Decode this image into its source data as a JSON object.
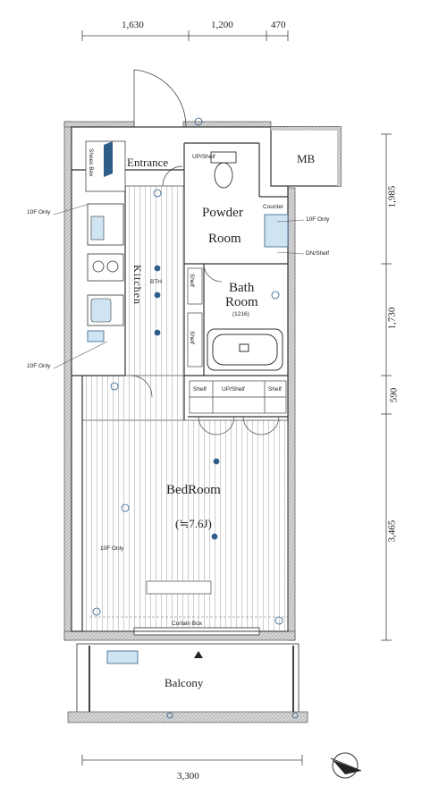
{
  "dimensions": {
    "top": [
      "1,630",
      "1,200",
      "470"
    ],
    "right": [
      "1,985",
      "1,730",
      "590",
      "3,465"
    ],
    "bottom": "3,300"
  },
  "rooms": {
    "entrance": "Entrance",
    "powder_1": "Powder",
    "powder_2": "Room",
    "bath_1": "Bath",
    "bath_2": "Room",
    "bath_size": "(1216)",
    "kitchen": "Kitchen",
    "bedroom": "BedRoom",
    "bedroom_size": "(≒7.6J)",
    "balcony": "Balcony",
    "mb": "MB"
  },
  "labels": {
    "shoes_box": "Shoes Box",
    "up_shelf": "UP/Shelf",
    "up_shelf_2": "UP/Shelf",
    "counter": "Counter",
    "dn_shelf": "DN/Shelf",
    "curtain_box": "Curtain Box",
    "shelf": "Shelf",
    "shelf_2": "Shelf",
    "cl_shelf_1": "Shelf",
    "cl_shelf_2": "Shelf",
    "option_1": "10F Only",
    "option_2": "10F Only",
    "option_3": "10F Only",
    "option_4": "10F Only",
    "kitchen_sub": "BTH"
  }
}
